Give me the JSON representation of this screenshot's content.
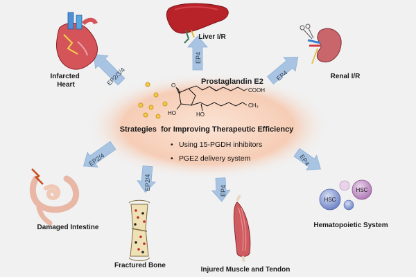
{
  "center": {
    "compound_name": "Prostaglandin E2",
    "heading": "Strategies  for Improving Therapeutic Efficiency",
    "bullets": [
      "Using 15-PGDH inhibitors",
      "PGE2 delivery system"
    ],
    "chem": {
      "carbonyl": "O",
      "acid": "COOH",
      "methyl": "CH₃",
      "ho_left": "HO",
      "ho_right": "HO"
    }
  },
  "targets": [
    {
      "name": "Infarcted\nHeart",
      "receptor": "EP2/3/4",
      "icon": "heart-icon"
    },
    {
      "name": "Liver I/R",
      "receptor": "EP4",
      "icon": "liver-icon"
    },
    {
      "name": "Renal I/R",
      "receptor": "EP4",
      "icon": "kidney-icon"
    },
    {
      "name": "Damaged Intestine",
      "receptor": "EP2/4",
      "icon": "intestine-icon"
    },
    {
      "name": "Fractured Bone",
      "receptor": "EP2/4",
      "icon": "bone-icon"
    },
    {
      "name": "Injured Muscle and Tendon",
      "receptor": "EP4",
      "icon": "muscle-icon"
    },
    {
      "name": "Hematopoietic System",
      "receptor": "EP4",
      "icon": "hsc-cells-icon"
    }
  ],
  "hsc_label": "HSC",
  "colors": {
    "ellipse": "#f8d6c2",
    "arrow": "#a9c4e2",
    "arrow_stroke": "#8eb0d6",
    "organ_red": "#c8262c"
  }
}
